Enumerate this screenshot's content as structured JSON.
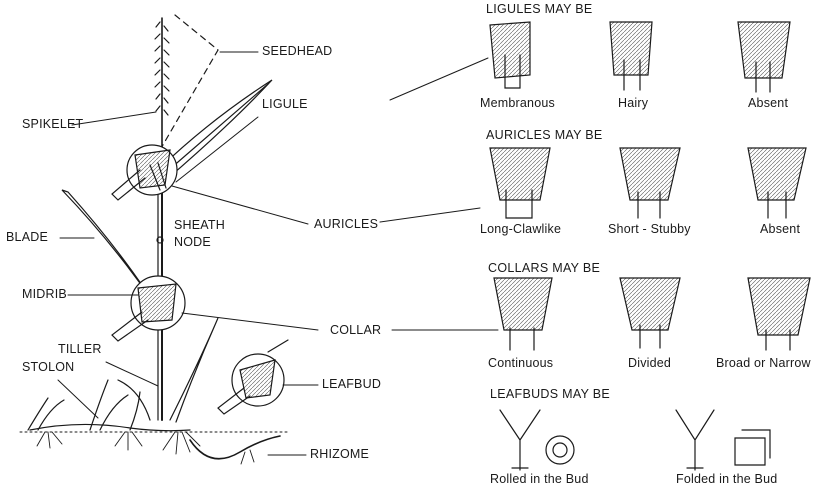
{
  "plant_labels": {
    "seedhead": "SEEDHEAD",
    "spikelet": "SPIKELET",
    "ligule": "LIGULE",
    "sheath": "SHEATH",
    "node": "NODE",
    "blade": "BLADE",
    "auricles": "AURICLES",
    "midrib": "MIDRIB",
    "collar": "COLLAR",
    "tiller": "TILLER",
    "stolon": "STOLON",
    "leafbud": "LEAFBUD",
    "rhizome": "RHIZOME"
  },
  "panels": {
    "ligules": {
      "title": "LIGULES MAY BE",
      "types": [
        "Membranous",
        "Hairy",
        "Absent"
      ]
    },
    "auricles": {
      "title": "AURICLES MAY BE",
      "types": [
        "Long-Clawlike",
        "Short - Stubby",
        "Absent"
      ]
    },
    "collars": {
      "title": "COLLARS MAY BE",
      "types": [
        "Continuous",
        "Divided",
        "Broad or Narrow"
      ]
    },
    "leafbuds": {
      "title": "LEAFBUDS MAY BE",
      "types": [
        "Rolled in the Bud",
        "Folded in the Bud"
      ]
    }
  },
  "colors": {
    "ink": "#1a1a1a",
    "paper": "#ffffff"
  }
}
